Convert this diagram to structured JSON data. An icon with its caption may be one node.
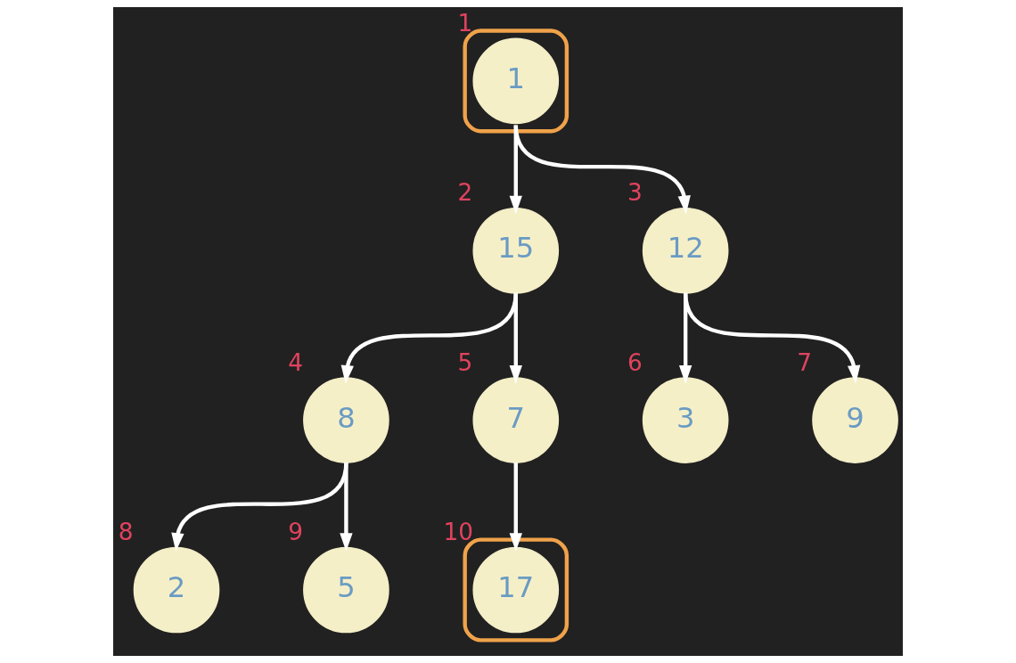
{
  "diagram": {
    "nodes": [
      {
        "text": [],
        "shape": "box"
      },
      {
        "text": [
          "1"
        ],
        "in": 0,
        "beside": [
          "1"
        ]
      },
      {
        "text": [
          "15"
        ],
        "beside": [
          "2"
        ]
      },
      {
        "text": [
          "12"
        ],
        "beside": [
          "3"
        ]
      },
      {
        "text": [
          "8"
        ],
        "beside": [
          "4"
        ]
      },
      {
        "text": [
          "7"
        ],
        "beside": [
          "5"
        ]
      },
      {
        "text": [
          "3"
        ],
        "beside": [
          "6"
        ]
      },
      {
        "text": [
          "9"
        ],
        "beside": [
          "7"
        ]
      },
      {
        "text": [
          "2"
        ],
        "beside": [
          "8"
        ]
      },
      {
        "text": [
          "5"
        ],
        "beside": [
          "9"
        ]
      },
      {
        "text": [],
        "shape": "box"
      },
      {
        "text": [
          "17"
        ],
        "in": 10,
        "beside": [
          "10"
        ]
      }
    ],
    "edges": [
      {
        "from": 1,
        "to": 2,
        "arrow": "to"
      },
      {
        "from": 1,
        "to": 3,
        "arrow": "to"
      },
      {
        "from": 2,
        "to": 4,
        "arrow": "to"
      },
      {
        "from": 2,
        "to": 5,
        "arrow": "to"
      },
      {
        "from": 3,
        "to": 6,
        "arrow": "to"
      },
      {
        "from": 3,
        "to": 7,
        "arrow": "to"
      },
      {
        "from": 4,
        "to": 8,
        "arrow": "to"
      },
      {
        "from": 4,
        "to": 9,
        "arrow": "to"
      },
      {
        "from": 5,
        "to": 11,
        "arrow": "to"
      }
    ]
  }
}
